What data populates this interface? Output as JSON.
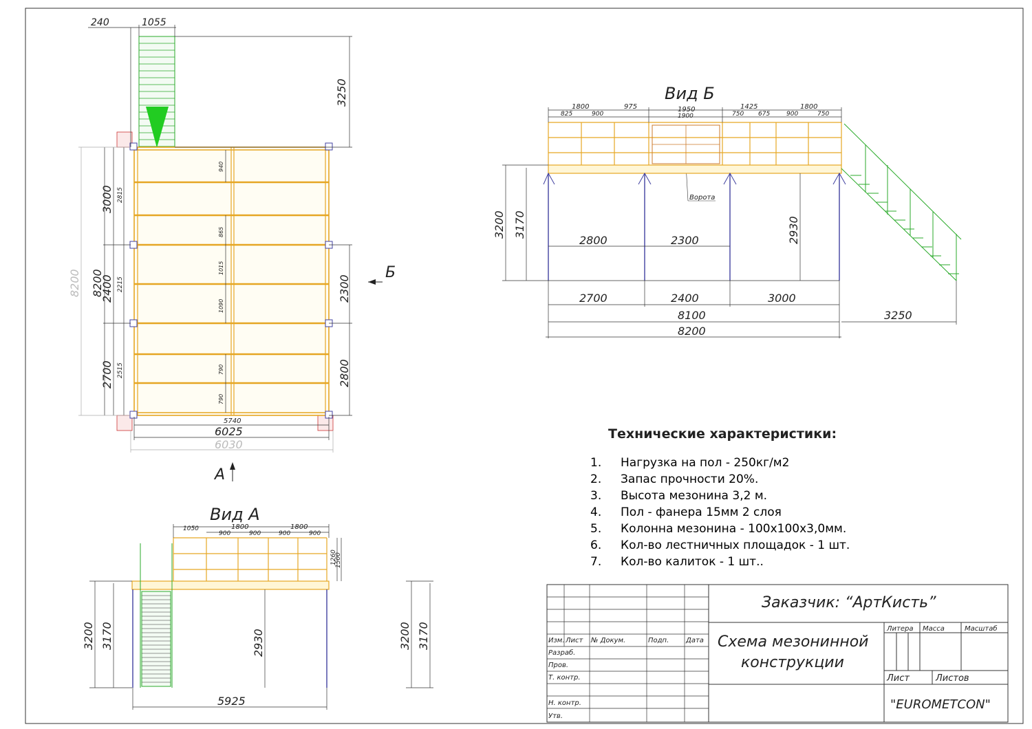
{
  "plan": {
    "dims": {
      "top_240": "240",
      "top_1055": "1055",
      "stair_3250": "3250",
      "left_8200_grey": "8200",
      "left_8200": "8200",
      "left_3000": "3000",
      "left_2400": "2400",
      "left_2700": "2700",
      "left_2815": "2815",
      "left_2215": "2215",
      "left_2515": "2515",
      "right_2300": "2300",
      "right_2800": "2800",
      "inner_940": "940",
      "inner_865": "865",
      "inner_1015": "1015",
      "inner_1090": "1090",
      "inner_790a": "790",
      "inner_790b": "790",
      "bottom_5740": "5740",
      "bottom_6025": "6025",
      "bottom_6030": "6030"
    },
    "marker_a": "А",
    "marker_b": "Б"
  },
  "view_b": {
    "title": "Вид Б",
    "top_dims": [
      "1800",
      "825",
      "900",
      "975",
      "1950",
      "1900",
      "1425",
      "750",
      "675",
      "900",
      "1800",
      "750"
    ],
    "gate_label": "Ворота",
    "dim_3200": "3200",
    "dim_3170": "3170",
    "dim_2930": "2930",
    "dim_2800": "2800",
    "dim_2300": "2300",
    "dim_2700": "2700",
    "dim_2400": "2400",
    "dim_3000": "3000",
    "dim_8100": "8100",
    "dim_8200": "8200",
    "dim_3250": "3250"
  },
  "view_a": {
    "title": "Вид А",
    "top_dims": [
      "1050",
      "1800",
      "900",
      "900",
      "900",
      "1800",
      "900"
    ],
    "dim_1260": "1260",
    "dim_1500": "1500",
    "dim_3200": "3200",
    "dim_3170": "3170",
    "dim_2930": "2930",
    "dim_5925": "5925",
    "dim_3200_right": "3200",
    "dim_3170_right": "3170"
  },
  "specs": {
    "title": "Технические характеристики:",
    "items": [
      {
        "num": "1.",
        "text": "Нагрузка на пол - 250кг/м2"
      },
      {
        "num": "2.",
        "text": "Запас прочности 20%."
      },
      {
        "num": "3.",
        "text": "Высота мезонина 3,2 м."
      },
      {
        "num": "4.",
        "text": "Пол - фанера 15мм 2 слоя"
      },
      {
        "num": "5.",
        "text": "Колонна мезонина - 100х100х3,0мм."
      },
      {
        "num": "6.",
        "text": "Кол-во лестничных площадок - 1 шт."
      },
      {
        "num": "7.",
        "text": "Кол-во калиток - 1 шт.."
      }
    ]
  },
  "title_block": {
    "customer": "Заказчик: “АртКисть”",
    "title_line1": "Схема мезонинной",
    "title_line2": "конструкции",
    "col_izm": "Изм.",
    "col_list": "Лист",
    "col_doc": "№ Докум.",
    "col_sign": "Подп.",
    "col_date": "Дата",
    "row_razrab": "Разраб.",
    "row_prov": "Пров.",
    "row_tkontr": "Т. контр.",
    "row_nkontr": "Н. контр.",
    "row_utv": "Утв.",
    "litera": "Литера",
    "massa": "Масса",
    "masshtab": "Масштаб",
    "sheet": "Лист",
    "sheets": "Листов",
    "company": "\"EUROMETCON\""
  }
}
